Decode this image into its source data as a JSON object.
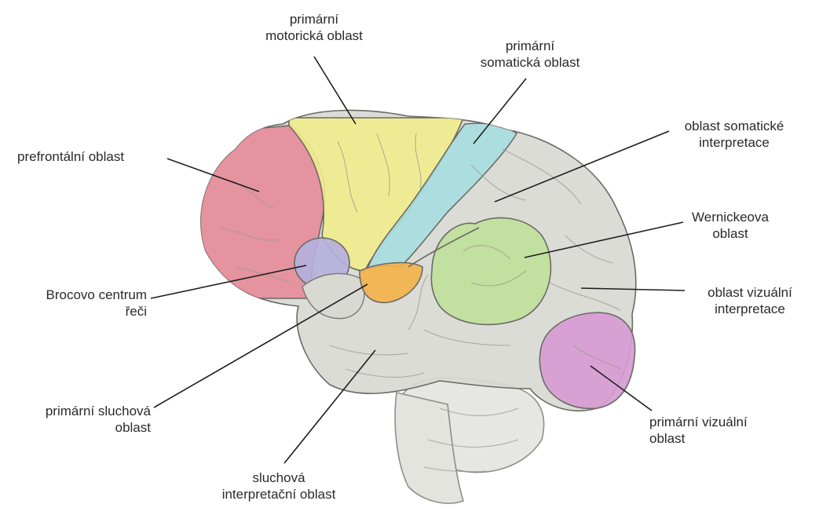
{
  "diagram": {
    "colors": {
      "prefrontal": "#e58c9a",
      "motor": "#f0ec8e",
      "somatic": "#a8dde0",
      "broca": "#b5b0dc",
      "auditory": "#f2b24a",
      "wernicke": "#bfe09a",
      "visual": "#d79bd2",
      "cortex": "#d9d9d4",
      "outline": "#6b6b66"
    },
    "labels": {
      "primary_motor": [
        "primární",
        "motorická oblast"
      ],
      "primary_somatic": [
        "primární",
        "somatická oblast"
      ],
      "somatic_interpretation": [
        "oblast somatické",
        "interpretace"
      ],
      "prefrontal": [
        "prefrontální oblast"
      ],
      "wernicke": [
        "Wernickeova",
        "oblast"
      ],
      "broca": [
        "Brocovo centrum",
        "řeči"
      ],
      "visual_interpretation": [
        "oblast vizuální",
        "interpretace"
      ],
      "primary_auditory": [
        "primární sluchová",
        "oblast"
      ],
      "primary_visual": [
        "primární vizuální",
        "oblast"
      ],
      "auditory_interpretation": [
        "sluchová",
        "interpretační oblast"
      ]
    }
  }
}
